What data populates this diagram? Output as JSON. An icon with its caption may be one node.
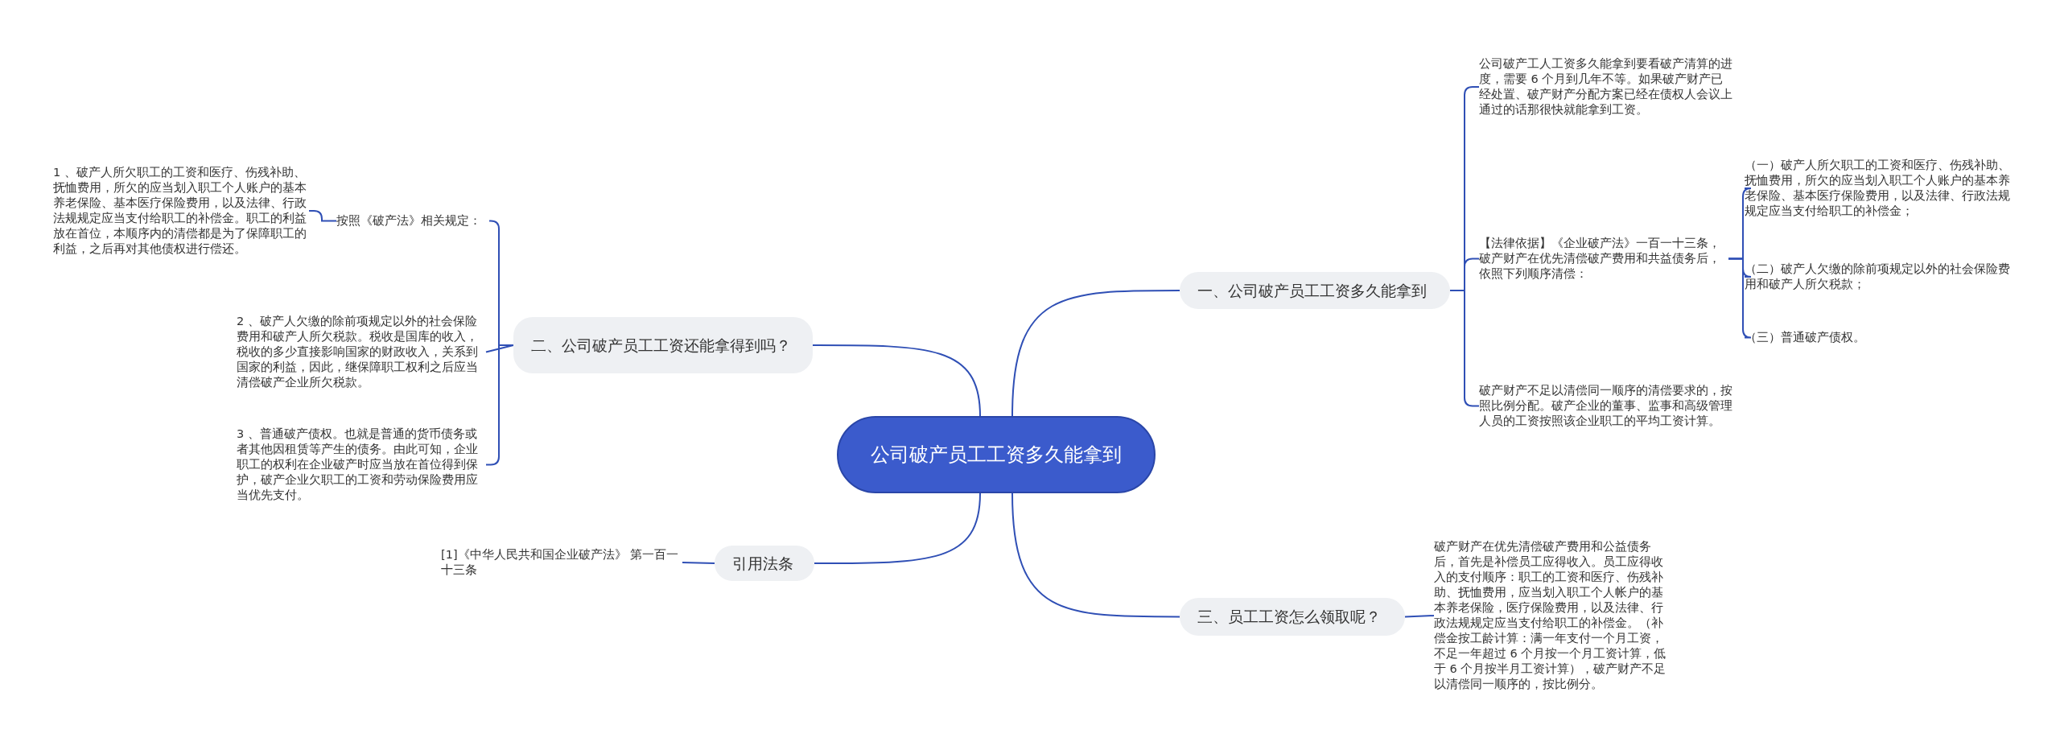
{
  "diagram": {
    "nodes": [
      {
        "text": [
          "公司破产员工工资多久能拿到"
        ]
      },
      {
        "text": [
          "一、公司破产员工工资多久能拿到"
        ]
      },
      {
        "text": [
          "公司破产工人工资多久能拿到要看破产清算的进度，需要 6 个月到几年不等。如果破产财产已经处置、破产财产分配方案已经在债权人会议上通过的话那很快就能拿到工资。"
        ]
      },
      {
        "text": [
          "【法律依据】《企业破产法》一百一十三条，破产财产在优先清偿破产费用和共益债务后，依照下列顺序清偿："
        ]
      },
      {
        "text": [
          "（一）破产人所欠职工的工资和医疗、伤残补助、抚恤费用，所欠的应当划入职工个人账户的基本养老保险、基本医疗保险费用，以及法律、行政法规规定应当支付给职工的补偿金；"
        ]
      },
      {
        "text": [
          "（二）破产人欠缴的除前项规定以外的社会保险费用和破产人所欠税款；"
        ]
      },
      {
        "text": [
          "（三）普通破产债权。"
        ]
      },
      {
        "text": [
          "破产财产不足以清偿同一顺序的清偿要求的，按照比例分配。破产企业的董事、监事和高级管理人员的工资按照该企业职工的平均工资计算。"
        ]
      },
      {
        "text": [
          "三、员工工资怎么领取呢？"
        ]
      },
      {
        "text": [
          "破产财产在优先清偿破产费用和公益债务后，首先是补偿员工应得收入。员工应得收入的支付顺序：职工的工资和医疗、伤残补助、抚恤费用，应当划入职工个人帐户的基本养老保险，医疗保险费用，以及法律、行政法规规定应当支付给职工的补偿金。（补偿金按工龄计算：满一年支付一个月工资，不足一年超过 6 个月按一个月工资计算，低于 6 个月按半月工资计算），破产财产不足以清偿同一顺序的，按比例分。"
        ]
      },
      {
        "text": [
          "二、公司破产员工工资还能拿得到吗？"
        ]
      },
      {
        "text": [
          "按照《破产法》相关规定："
        ]
      },
      {
        "text": [
          "1 、破产人所欠职工的工资和医疗、伤残补助、抚恤费用，所欠的应当划入职工个人账户的基本养老保险、基本医疗保险费用，以及法律、行政法规规定应当支付给职工的补偿金。职工的利益放在首位，本顺序内的清偿都是为了保障职工的利益，之后再对其他债权进行偿还。"
        ]
      },
      {
        "text": [
          "2 、破产人欠缴的除前项规定以外的社会保险费用和破产人所欠税款。税收是国库的收入，税收的多少直接影响国家的财政收入，关系到国家的利益，因此，继保障职工权利之后应当清偿破产企业所欠税款。"
        ]
      },
      {
        "text": [
          "3 、普通破产债权。也就是普通的货币债务或者其他因租赁等产生的债务。由此可知，企业职工的权利在企业破产时应当放在首位得到保护，破产企业欠职工的工资和劳动保险费用应当优先支付。"
        ]
      },
      {
        "text": [
          "引用法条"
        ]
      },
      {
        "text": [
          "[1]《中华人民共和国企业破产法》 第一百一十三条"
        ]
      }
    ],
    "edges": [
      {
        "from": 0,
        "to": 1,
        "arrow": "none"
      },
      {
        "from": 1,
        "to": 2,
        "arrow": "none"
      },
      {
        "from": 1,
        "to": 3,
        "arrow": "none"
      },
      {
        "from": 3,
        "to": 4,
        "arrow": "none"
      },
      {
        "from": 3,
        "to": 5,
        "arrow": "none"
      },
      {
        "from": 3,
        "to": 6,
        "arrow": "none"
      },
      {
        "from": 1,
        "to": 7,
        "arrow": "none"
      },
      {
        "from": 0,
        "to": 8,
        "arrow": "none"
      },
      {
        "from": 8,
        "to": 9,
        "arrow": "none"
      },
      {
        "from": 0,
        "to": 10,
        "arrow": "none"
      },
      {
        "from": 10,
        "to": 11,
        "arrow": "none"
      },
      {
        "from": 11,
        "to": 12,
        "arrow": "none"
      },
      {
        "from": 10,
        "to": 13,
        "arrow": "none"
      },
      {
        "from": 10,
        "to": 14,
        "arrow": "none"
      },
      {
        "from": 0,
        "to": 15,
        "arrow": "none"
      },
      {
        "from": 15,
        "to": 16,
        "arrow": "none"
      }
    ]
  }
}
